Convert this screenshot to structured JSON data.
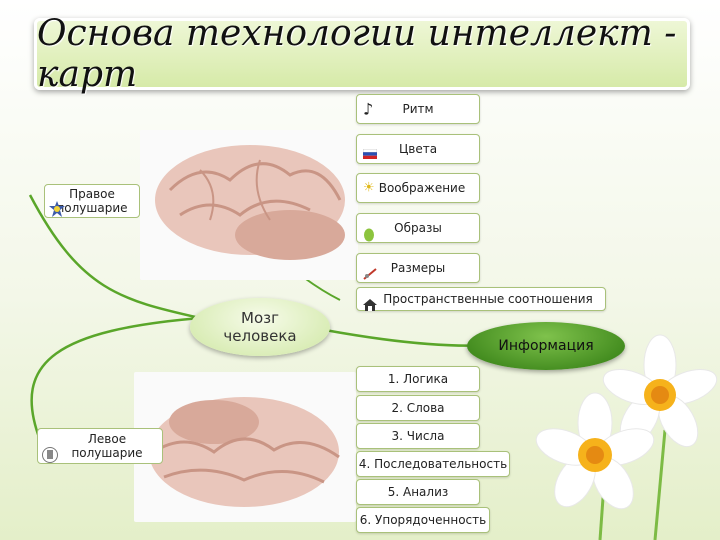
{
  "title": "Основа технологии интеллект - карт",
  "right_hemisphere": {
    "line1": "Правое",
    "line2": "полушарие"
  },
  "left_hemisphere": {
    "line1": "Левое",
    "line2": "полушарие"
  },
  "brain_node": {
    "line1": "Мозг",
    "line2": "человека"
  },
  "info_node": "Информация",
  "right_items": [
    {
      "label": "Ритм",
      "icon": "music-note-icon"
    },
    {
      "label": "Цвета",
      "icon": "flag-icon"
    },
    {
      "label": "Воображение",
      "icon": "sun-icon"
    },
    {
      "label": "Образы",
      "icon": "leaf-icon"
    },
    {
      "label": "Размеры",
      "icon": "ruler-icon"
    },
    {
      "label": "Пространственные соотношения",
      "icon": "house-icon"
    }
  ],
  "left_items": [
    {
      "label": "1. Логика"
    },
    {
      "label": "2. Слова"
    },
    {
      "label": "3. Числа"
    },
    {
      "label": "4. Последовательность"
    },
    {
      "label": "5. Анализ"
    },
    {
      "label": "6. Упорядоченность"
    }
  ],
  "colors": {
    "connector": "#5aa62a",
    "brain_node": "#d9edb2",
    "info_node": "#3f8d1a"
  }
}
